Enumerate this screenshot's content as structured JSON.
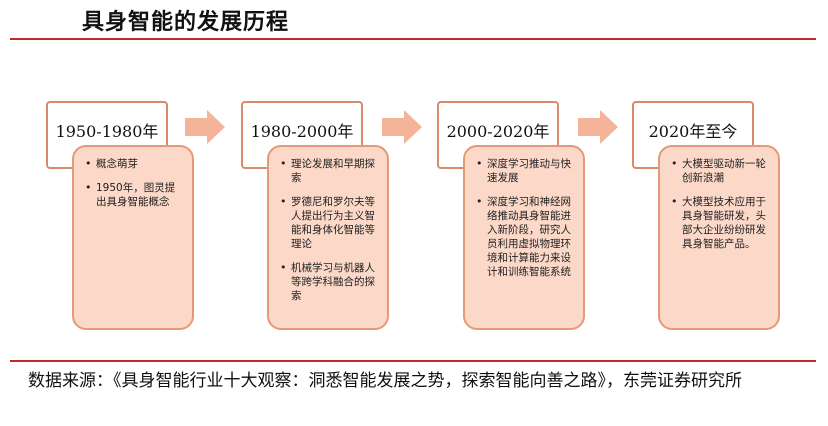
{
  "title": "具身智能的发展历程",
  "stages": [
    {
      "period": "1950-1980年",
      "items": [
        "概念萌芽",
        "1950年，图灵提出具身智能概念"
      ]
    },
    {
      "period": "1980-2000年",
      "items": [
        "理论发展和早期探索",
        "罗德尼和罗尔夫等人提出行为主义智能和身体化智能等理论",
        "机械学习与机器人等跨学科融合的探索"
      ]
    },
    {
      "period": "2000-2020年",
      "items": [
        "深度学习推动与快速发展",
        "深度学习和神经网络推动具身智能进入新阶段，研究人员利用虚拟物理环境和计算能力来设计和训练智能系统"
      ]
    },
    {
      "period": "2020年至今",
      "items": [
        "大模型驱动新一轮创新浪潮",
        "大模型技术应用于具身智能研发，头部大企业纷纷研发具身智能产品。"
      ]
    }
  ],
  "source": "数据来源：《具身智能行业十大观察：洞悉智能发展之势，探索智能向善之路》，东莞证券研究所",
  "colors": {
    "rule": "#c0282d",
    "box_fill": "#fbd8c8",
    "box_border": "#e49a76",
    "arrow": "#f4b49a"
  }
}
